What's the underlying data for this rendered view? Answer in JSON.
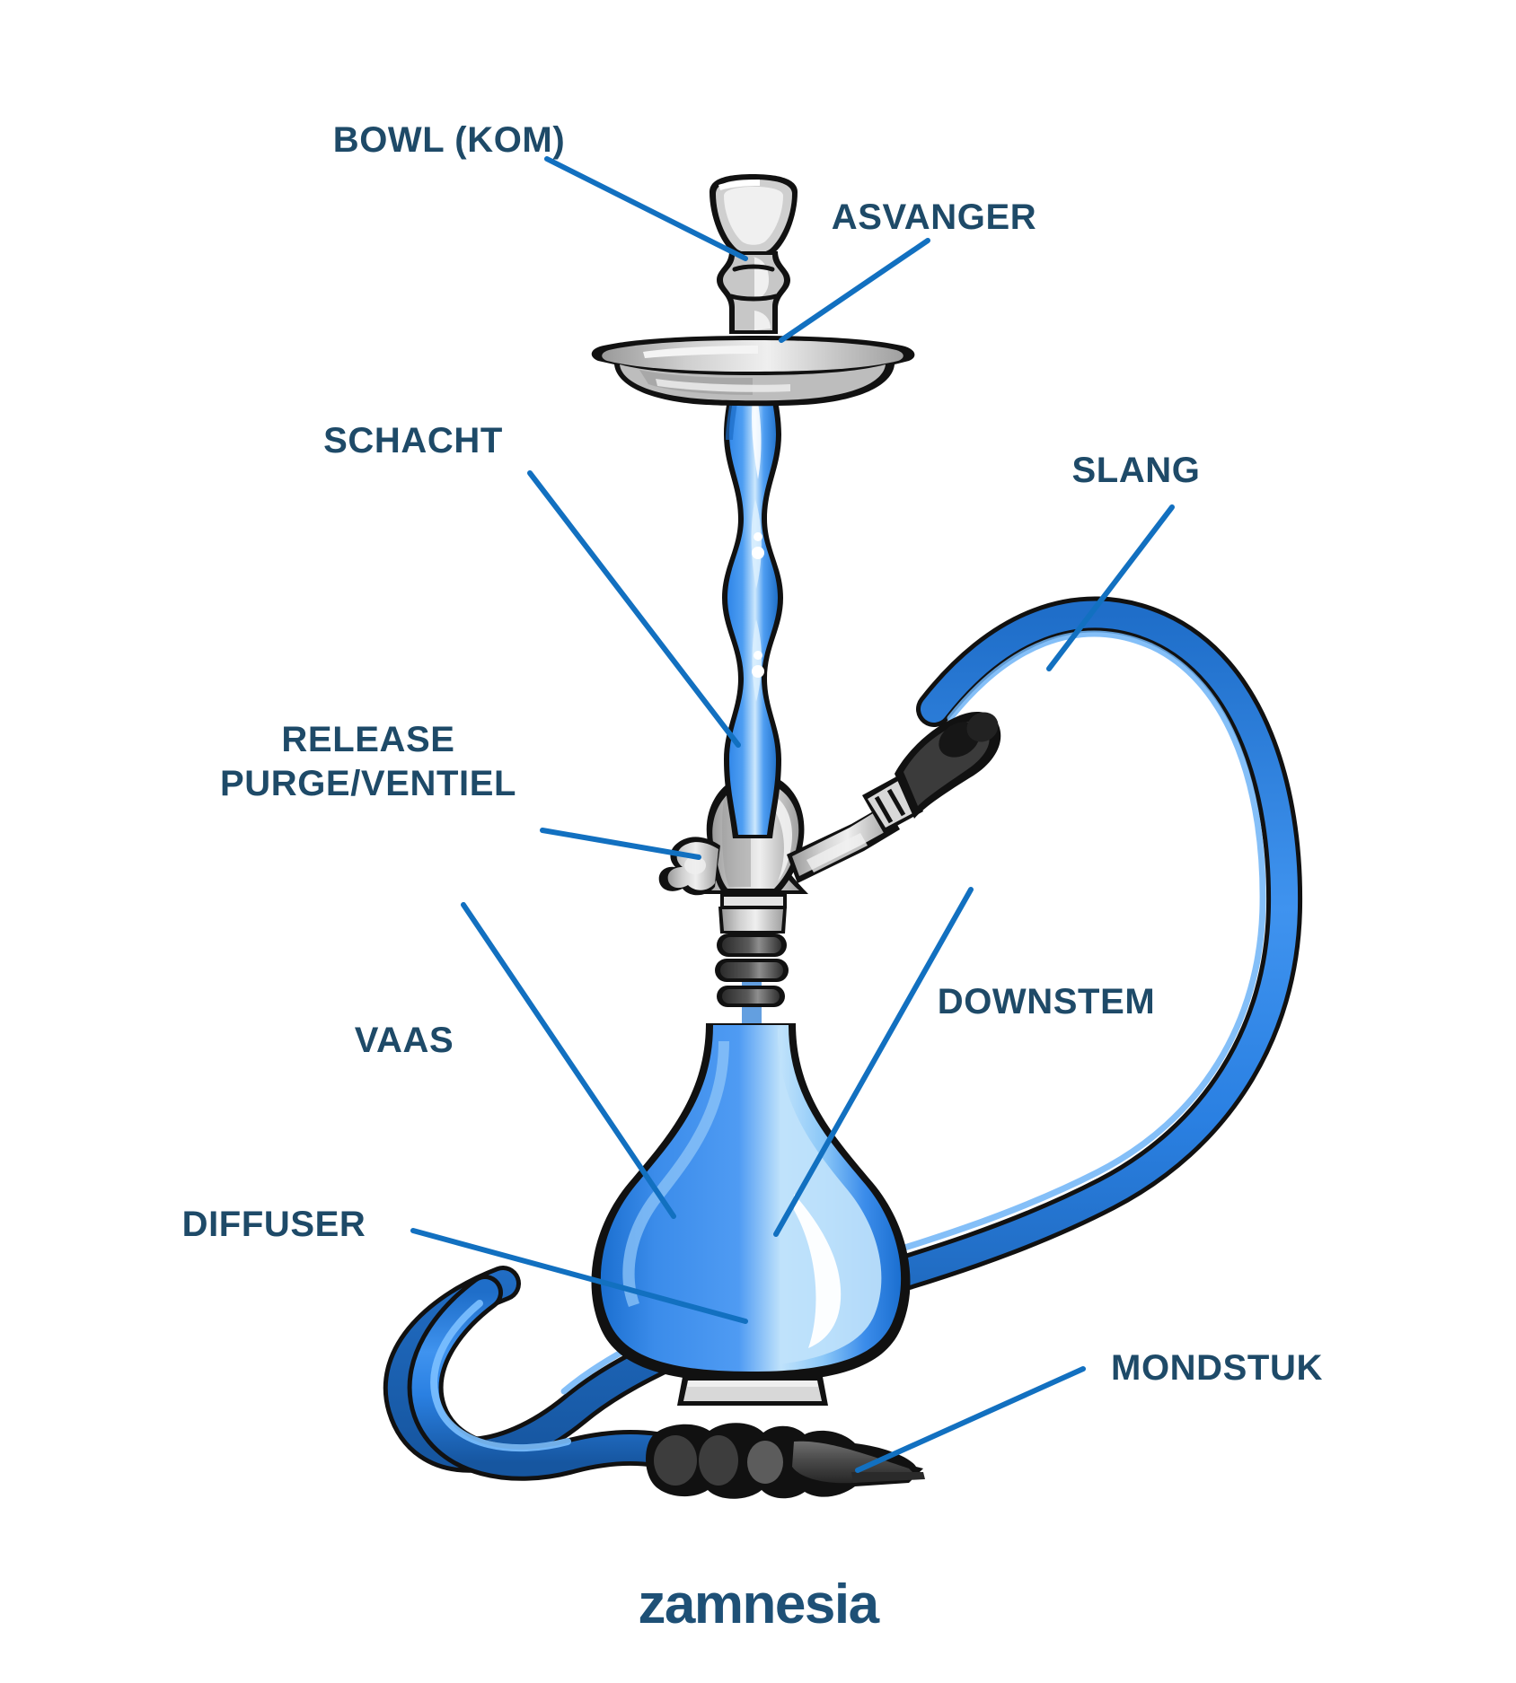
{
  "diagram": {
    "title": "Hookah (shisha) parts diagram",
    "background_color": "#ffffff",
    "label_color": "#1e4a68",
    "leader_line_color": "#1270c0",
    "accent_blue": "#2f86e8",
    "deep_blue": "#1b6fd0",
    "glass_light": "#bfe2fb",
    "metal_grey": "#c9c9c9",
    "metal_dark": "#8f8f8f",
    "rubber_dark": "#3a3a3a",
    "outline": "#111111"
  },
  "labels": [
    {
      "id": "bowl",
      "text": "BOWL (KOM)",
      "align": "center"
    },
    {
      "id": "asvanger",
      "text": "ASVANGER",
      "align": "center"
    },
    {
      "id": "schacht",
      "text": "SCHACHT",
      "align": "center"
    },
    {
      "id": "slang",
      "text": "SLANG",
      "align": "center"
    },
    {
      "id": "release",
      "text": "RELEASE\nPURGE/VENTIEL",
      "align": "center"
    },
    {
      "id": "vaas",
      "text": "VAAS",
      "align": "center"
    },
    {
      "id": "downstem",
      "text": "DOWNSTEM",
      "align": "center"
    },
    {
      "id": "diffuser",
      "text": "DIFFUSER",
      "align": "center"
    },
    {
      "id": "mondstuk",
      "text": "MONDSTUK",
      "align": "center"
    }
  ],
  "brand": {
    "name": "zamnesia"
  }
}
